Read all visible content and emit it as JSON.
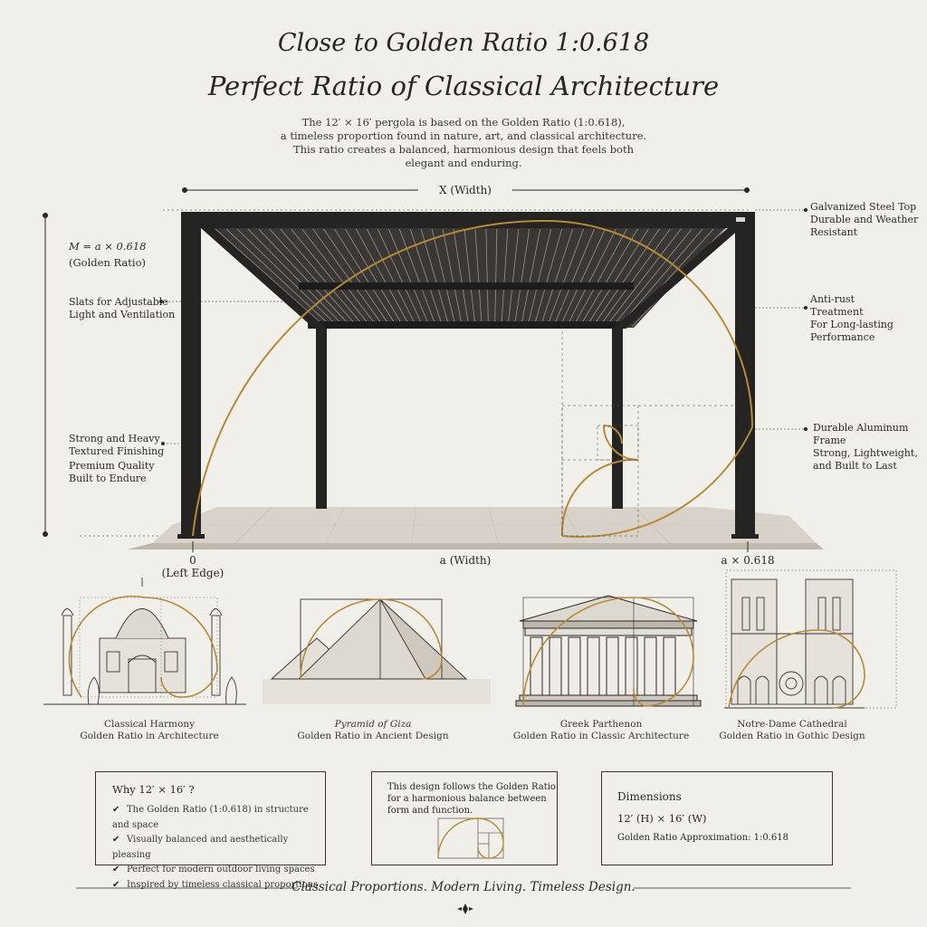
{
  "header": {
    "title_line1": "Close to Golden Ratio 1:0.618",
    "title_line2": "Perfect Ratio of Classical Architecture",
    "intro_lines": [
      "The 12′ × 16′ pergola is based on the Golden Ratio (1:0.618),",
      "a timeless proportion found in nature, art, and classical architecture.",
      "This ratio creates a balanced, harmonious design that feels both",
      "elegant and enduring."
    ]
  },
  "dimensions": {
    "top_label": "X (Width)",
    "left_formula": "M = a × 0.618",
    "left_formula_sub": "(Golden Ratio)",
    "bottom_zero": "0",
    "bottom_zero_sub": "(Left Edge)",
    "bottom_middle": "a (Width)",
    "bottom_right": "a × 0.618"
  },
  "annotations": {
    "left": [
      {
        "lines": [
          "Slats for Adjustable",
          "Light and Ventilation"
        ]
      },
      {
        "lines": [
          "Strong and Heavy",
          "Textured Finishing"
        ]
      },
      {
        "lines": [
          "Premium Quality",
          "Built to Endure"
        ]
      }
    ],
    "right": [
      {
        "lines": [
          "Galvanized Steel Top",
          "Durable and Weather",
          "Resistant"
        ]
      },
      {
        "lines": [
          "Anti-rust",
          "Treatment",
          "For Long-lasting",
          "Performance"
        ]
      },
      {
        "lines": [
          "Durable Aluminum",
          "Frame",
          "Strong, Lightweight,",
          "and Built to Last"
        ]
      }
    ]
  },
  "examples": [
    {
      "title": "Classical Harmony",
      "subtitle": "Golden Ratio in Architecture",
      "icon": "taj-mahal-illustration"
    },
    {
      "title": "Pyramid of Giza",
      "subtitle": "Golden Ratio in Ancient Design",
      "icon": "pyramid-illustration"
    },
    {
      "title": "Greek Parthenon",
      "subtitle": "Golden Ratio in Classic Architecture",
      "icon": "parthenon-illustration"
    },
    {
      "title": "Notre-Dame Cathedral",
      "subtitle": "Golden Ratio in Gothic Design",
      "icon": "notre-dame-illustration"
    }
  ],
  "why_box": {
    "title": "Why 12′ × 16′ ?",
    "items": [
      "The Golden Ratio (1:0.618) in structure and space",
      "Visually balanced and aesthetically pleasing",
      "Perfect for modern outdoor living spaces",
      "Inspired by timeless classical proportions"
    ]
  },
  "design_box": {
    "lines": [
      "This design follows the Golden Ratio",
      "for a harmonious balance between",
      "form and function."
    ]
  },
  "dimensions_box": {
    "title": "Dimensions",
    "size": "12′ (H) × 16′ (W)",
    "ratio": "Golden Ratio Approximation: 1:0.618"
  },
  "footer": {
    "tagline": "Classical Proportions. Modern Living. Timeless Design."
  },
  "colors": {
    "background": "#f1efea",
    "frame": "#262422",
    "gold": "#b58a3a",
    "ink": "#2b2724"
  }
}
